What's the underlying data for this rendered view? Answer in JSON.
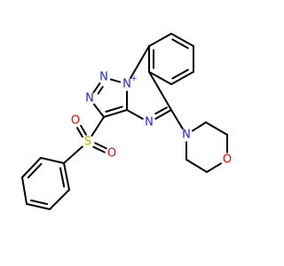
{
  "structure": {
    "atoms": [
      {
        "id": "n1",
        "symbol": "N",
        "color": "#2020ff"
      },
      {
        "id": "n2",
        "symbol": "N",
        "color": "#2020ff"
      },
      {
        "id": "n3",
        "symbol": "N",
        "color": "#2020ff"
      },
      {
        "id": "n4",
        "symbol": "N",
        "color": "#2020ff"
      },
      {
        "id": "n5",
        "symbol": "N",
        "color": "#2020ff"
      },
      {
        "id": "o1",
        "symbol": "O",
        "color": "#ff0000"
      },
      {
        "id": "o2",
        "symbol": "O",
        "color": "#ff0000"
      },
      {
        "id": "o3",
        "symbol": "O",
        "color": "#ff0000"
      },
      {
        "id": "s1",
        "symbol": "S",
        "color": "#b2b200"
      }
    ],
    "charges": [
      {
        "atom": "n1",
        "text": "+",
        "color": "#2020ff"
      }
    ],
    "bond_count": 33
  }
}
